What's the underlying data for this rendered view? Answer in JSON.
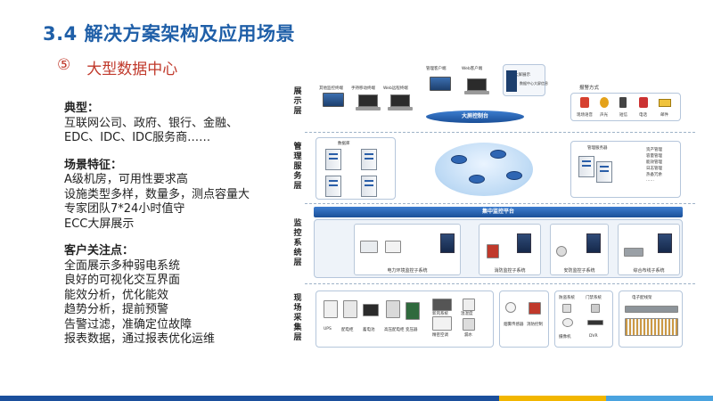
{
  "slide": {
    "title": "3.4 解决方案架构及应用场景",
    "subtitle_marker": "⑤",
    "subtitle": "大型数据中心"
  },
  "left_text": {
    "sections": [
      {
        "heading": "典型：",
        "lines": [
          "互联网公司、政府、银行、金融、",
          "EDC、IDC、IDC服务商……"
        ]
      },
      {
        "heading": "场景特征：",
        "lines": [
          "A级机房，可用性要求高",
          "设施类型多样，数量多，测点容量大",
          "专家团队7*24小时值守",
          "ECC大屏展示"
        ]
      },
      {
        "heading": "客户关注点：",
        "lines": [
          "全面展示多种弱电系统",
          "良好的可视化交互界面",
          "能效分析，优化能效",
          "趋势分析，提前预警",
          "告警过滤，准确定位故障",
          "报表数据，通过报表优化运维"
        ]
      }
    ]
  },
  "diagram": {
    "layers": [
      {
        "label": "展示层"
      },
      {
        "label": "管理服务层"
      },
      {
        "label": "监控系统层"
      },
      {
        "label": "现场采集层"
      }
    ],
    "display": {
      "terminals": [
        "其他监控终端",
        "手持移动终端",
        "Web远程终端"
      ],
      "clients": [
        "管理客户端",
        "Web客户端"
      ],
      "big_screen": "大屏展示",
      "big_screen_sub": "数据中心大屏信息",
      "console": "大屏控制台",
      "alarm_title": "报警方式",
      "alarm_items": [
        "现场语音",
        "声光",
        "短信",
        "电话",
        "邮件"
      ]
    },
    "management": {
      "database": "数据库",
      "server": "管理服务器",
      "functions": [
        "资产管理",
        "容量管理",
        "能效管理",
        "日志管理",
        "热备冗余",
        "……"
      ]
    },
    "monitor": {
      "platform": "集中监控平台",
      "subsystems": [
        "电力环境监控子系统",
        "消防监控子系统",
        "安防监控子系统",
        "综合布线子系统"
      ]
    },
    "field": {
      "devices": [
        "UPS",
        "配电柜",
        "蓄电池",
        "高压配电柜",
        "变压器",
        "新风系统",
        "精密空调",
        "温湿度",
        "漏水",
        "烟雾传感器",
        "消防控制",
        "防盗系统",
        "门禁系统",
        "摄像机",
        "DVR",
        "电子配线架"
      ]
    }
  },
  "colors": {
    "title": "#1f5fa8",
    "subtitle": "#c0392b",
    "platform_blue": "#2a64b3",
    "footer": [
      "#1b4f9c",
      "#f2b600",
      "#4aa3df"
    ]
  }
}
